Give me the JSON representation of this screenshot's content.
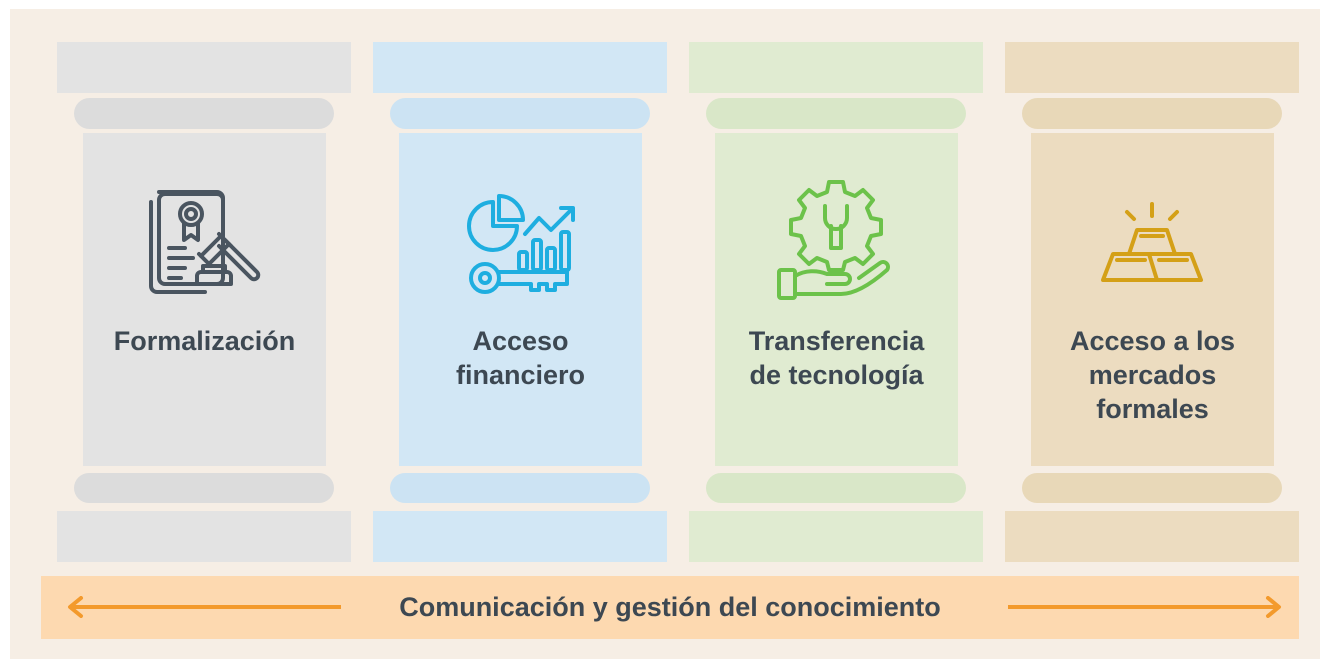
{
  "colors": {
    "background": "#f6eee5",
    "text": "#3d4852",
    "bar": "#fdd9b0",
    "arrow": "#f39a2c"
  },
  "pillars": [
    {
      "title": "Formalización",
      "icon": "legal-certificate-gavel-icon",
      "accent": "#4a5560",
      "cap": "#e3e3e3",
      "ring": "#dcdcdc",
      "shaft": "#e3e3e3"
    },
    {
      "title": "Acceso\nfinanciero",
      "icon": "finance-key-chart-icon",
      "accent": "#1eaee0",
      "cap": "#d2e7f5",
      "ring": "#cce3f3",
      "shaft": "#d2e7f5"
    },
    {
      "title": "Transferencia\nde tecnología",
      "icon": "hand-gear-wrench-icon",
      "accent": "#6cc24a",
      "cap": "#e0ebd1",
      "ring": "#d9e7c8",
      "shaft": "#e0ebd1"
    },
    {
      "title": "Acceso a los\nmercados\nformales",
      "icon": "gold-bars-icon",
      "accent": "#d4a017",
      "cap": "#ecdcc0",
      "ring": "#e8d8b8",
      "shaft": "#ecdcc0"
    }
  ],
  "foundation": {
    "label": "Comunicación y gestión del conocimiento"
  }
}
